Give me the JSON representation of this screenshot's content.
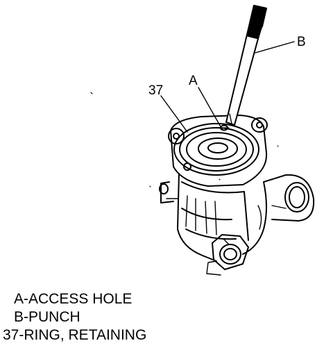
{
  "callouts": {
    "a": "A",
    "b": "B",
    "ring": "37"
  },
  "legend": [
    "A-ACCESS HOLE",
    "B-PUNCH",
    "37-RING, RETAINING"
  ]
}
